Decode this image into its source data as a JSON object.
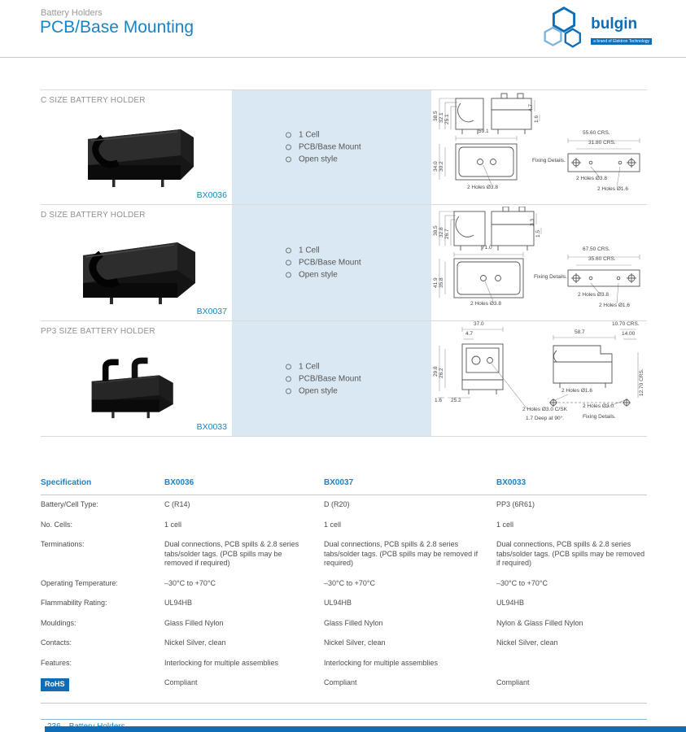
{
  "theme": {
    "accent_blue": "#1884c5",
    "brand_blue": "#0e6db6",
    "panel_blue": "#d9e8f3",
    "photo_black": "#151515"
  },
  "header": {
    "category": "Battery Holders",
    "title": "PCB/Base Mounting",
    "logo_brand": "bulgin",
    "logo_tagline": "a brand of Elektron Technology"
  },
  "products": [
    {
      "title": "C SIZE BATTERY HOLDER",
      "part_number": "BX0036",
      "features": [
        "1 Cell",
        "PCB/Base Mount",
        "Open style"
      ],
      "drawing_labels": [
        "38.5",
        "32.1",
        "25.1",
        "4.7",
        "1.6",
        "59.1",
        "55.60 CRS.",
        "31.80 CRS.",
        "34.0",
        "30.2",
        "Fixing Details.",
        "2 Holes Ø3.8",
        "2 Holes Ø3.8",
        "2 Holes Ø1.6"
      ]
    },
    {
      "title": "D SIZE BATTERY HOLDER",
      "part_number": "BX0037",
      "features": [
        "1 Cell",
        "PCB/Base Mount",
        "Open style"
      ],
      "drawing_labels": [
        "38.5",
        "32.8",
        "26.7",
        "3.3",
        "1.5",
        "71.0",
        "67.50 CRS.",
        "35.60 CRS.",
        "41.9",
        "35.8",
        "Fixing Details.",
        "2 Holes Ø3.8",
        "2 Holes Ø3.8",
        "2 Holes Ø1.6"
      ]
    },
    {
      "title": "PP3 SIZE BATTERY HOLDER",
      "part_number": "BX0033",
      "features": [
        "1 Cell",
        "PCB/Base Mount",
        "Open style"
      ],
      "drawing_labels": [
        "37.0",
        "4.7",
        "58.7",
        "10.70 CRS.",
        "14.00",
        "29.8",
        "26.2",
        "1.6",
        "25.2",
        "2 Holes Ø1.6",
        "2 Holes Ø3.0 C/SK",
        "1.7 Deep at 90°.",
        "2 Holes Ø3.0.",
        "Fixing Details.",
        "12.70 CRS."
      ]
    }
  ],
  "spec_table": {
    "headers": [
      "Specification",
      "BX0036",
      "BX0037",
      "BX0033"
    ],
    "rows": [
      {
        "label": "Battery/Cell Type:",
        "values": [
          "C (R14)",
          "D (R20)",
          "PP3 (6R61)"
        ]
      },
      {
        "label": "No. Cells:",
        "values": [
          "1 cell",
          "1 cell",
          "1 cell"
        ]
      },
      {
        "label": "Terminations:",
        "values": [
          "Dual connections, PCB spills & 2.8 series tabs/solder tags. (PCB spills may be removed if required)",
          "Dual connections, PCB spills & 2.8 series tabs/solder tags. (PCB spills may be removed if required)",
          "Dual connections, PCB spills & 2.8 series tabs/solder tags. (PCB spills may be removed if required)"
        ]
      },
      {
        "label": "Operating Temperature:",
        "values": [
          "–30°C to +70°C",
          "–30°C to +70°C",
          "–30°C to +70°C"
        ]
      },
      {
        "label": "Flammability Rating:",
        "values": [
          "UL94HB",
          "UL94HB",
          "UL94HB"
        ]
      },
      {
        "label": "Mouldings:",
        "values": [
          "Glass Filled Nylon",
          "Glass Filled Nylon",
          "Nylon & Glass Filled Nylon"
        ]
      },
      {
        "label": "Contacts:",
        "values": [
          "Nickel Silver, clean",
          "Nickel Silver, clean",
          "Nickel Silver, clean"
        ]
      },
      {
        "label": "Features:",
        "values": [
          "Interlocking for multiple assemblies",
          "Interlocking for multiple assemblies",
          ""
        ]
      },
      {
        "label": "RoHS",
        "values": [
          "Compliant",
          "Compliant",
          "Compliant"
        ]
      }
    ]
  },
  "footer": {
    "page_number": "236",
    "label": "Battery Holders"
  }
}
